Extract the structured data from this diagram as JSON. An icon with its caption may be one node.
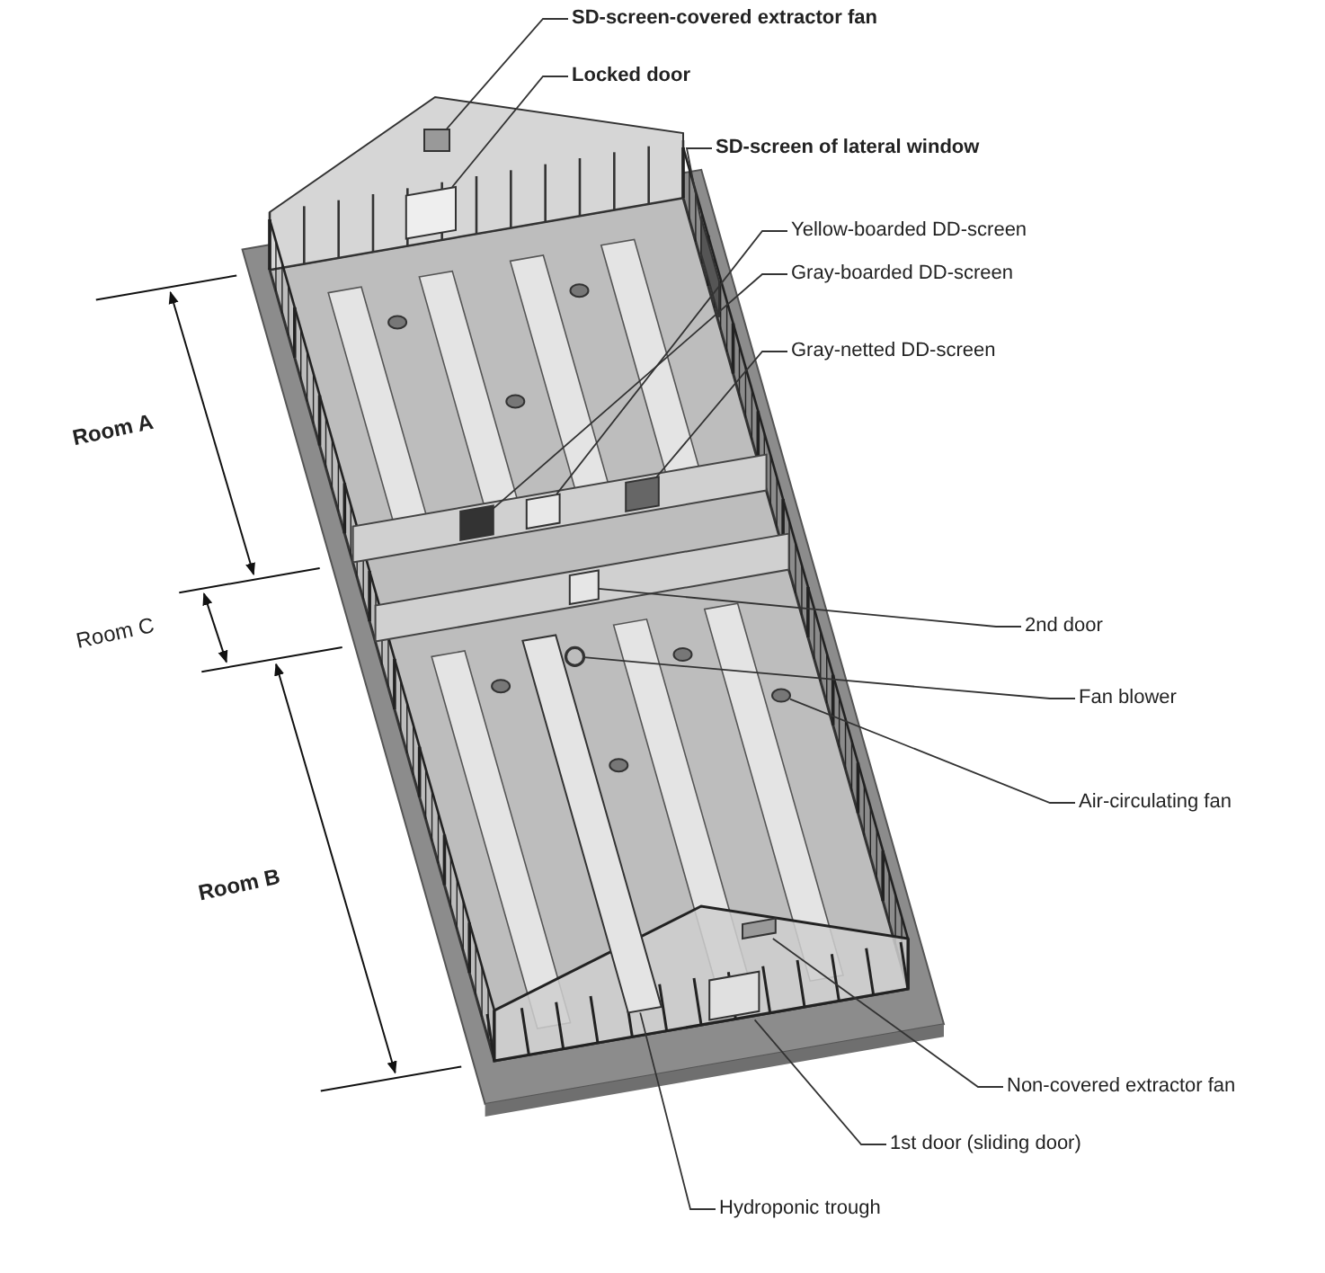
{
  "diagram": {
    "nodes": [
      {
        "text": [
          "SD-screen-covered extractor fan"
        ]
      },
      {
        "text": [
          "Locked door"
        ]
      },
      {
        "text": [
          "SD-screen of lateral window"
        ]
      },
      {
        "text": [
          "Yellow-boarded DD-screen"
        ]
      },
      {
        "text": [
          "Gray-boarded DD-screen"
        ]
      },
      {
        "text": [
          "Gray-netted DD-screen"
        ]
      },
      {
        "text": [
          "2nd door"
        ]
      },
      {
        "text": [
          "Fan blower"
        ]
      },
      {
        "text": [
          "Air-circulating fan"
        ]
      },
      {
        "text": [
          "Non-covered extractor fan"
        ]
      },
      {
        "text": [
          "1st door (sliding door)"
        ]
      },
      {
        "text": [
          "Hydroponic trough"
        ]
      },
      {
        "text": [],
        "shape": "box"
      },
      {
        "text": [],
        "shape": "box"
      },
      {
        "text": [],
        "shape": "box"
      },
      {
        "text": [],
        "shape": "box"
      },
      {
        "text": [],
        "shape": "box"
      },
      {
        "text": [],
        "shape": "box"
      },
      {
        "text": [],
        "shape": "box"
      },
      {
        "text": [],
        "shape": "circle"
      },
      {
        "text": [],
        "shape": "circle"
      },
      {
        "text": [],
        "shape": "box"
      },
      {
        "text": [],
        "shape": "box"
      },
      {
        "text": [],
        "shape": "bar"
      }
    ],
    "edges": [
      {
        "from": 0,
        "to": 12,
        "arrow": "none"
      },
      {
        "from": 1,
        "to": 13,
        "arrow": "none"
      },
      {
        "from": 2,
        "to": 14,
        "arrow": "none"
      },
      {
        "from": 3,
        "to": 16,
        "arrow": "none"
      },
      {
        "from": 4,
        "to": 15,
        "arrow": "none"
      },
      {
        "from": 5,
        "to": 17,
        "arrow": "none"
      },
      {
        "from": 6,
        "to": 18,
        "arrow": "none"
      },
      {
        "from": 7,
        "to": 19,
        "arrow": "none"
      },
      {
        "from": 8,
        "to": 20,
        "arrow": "none"
      },
      {
        "from": 9,
        "to": 21,
        "arrow": "none"
      },
      {
        "from": 10,
        "to": 22,
        "arrow": "none"
      },
      {
        "from": 11,
        "to": 23,
        "arrow": "none"
      }
    ],
    "labels": [
      "Room A",
      "Room C",
      "Room B"
    ]
  }
}
